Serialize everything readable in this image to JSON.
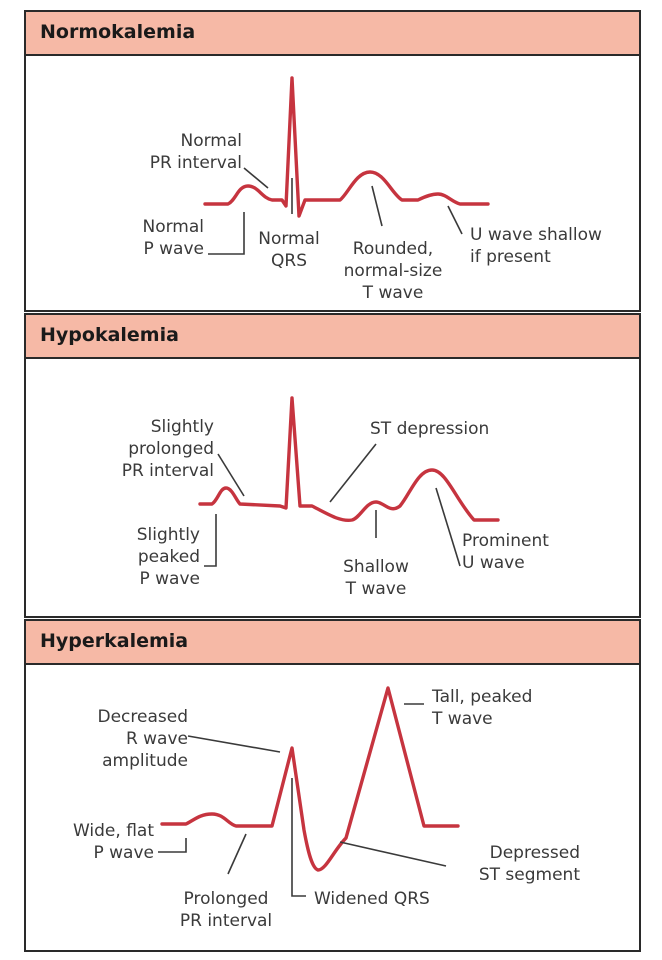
{
  "colors": {
    "trace": "#c6343f",
    "header_bg": "#f6b9a6",
    "leader": "#3a3a3a"
  },
  "panels": [
    {
      "title": "Normokalemia",
      "labels": {
        "pr": "Normal\nPR interval",
        "p": "Normal\nP wave",
        "qrs": "Normal\nQRS",
        "t": "Rounded,\nnormal-size\nT wave",
        "u": "U wave shallow\nif present"
      }
    },
    {
      "title": "Hypokalemia",
      "labels": {
        "pr": "Slightly\nprolonged\nPR interval",
        "p": "Slightly\npeaked\nP wave",
        "st": "ST depression",
        "t": "Shallow\nT wave",
        "u": "Prominent\nU wave"
      }
    },
    {
      "title": "Hyperkalemia",
      "labels": {
        "r": "Decreased\nR wave\namplitude",
        "p": "Wide, flat\nP wave",
        "pr": "Prolonged\nPR interval",
        "qrs": "Widened QRS",
        "t": "Tall, peaked\nT wave",
        "st": "Depressed\nST segment"
      }
    }
  ]
}
